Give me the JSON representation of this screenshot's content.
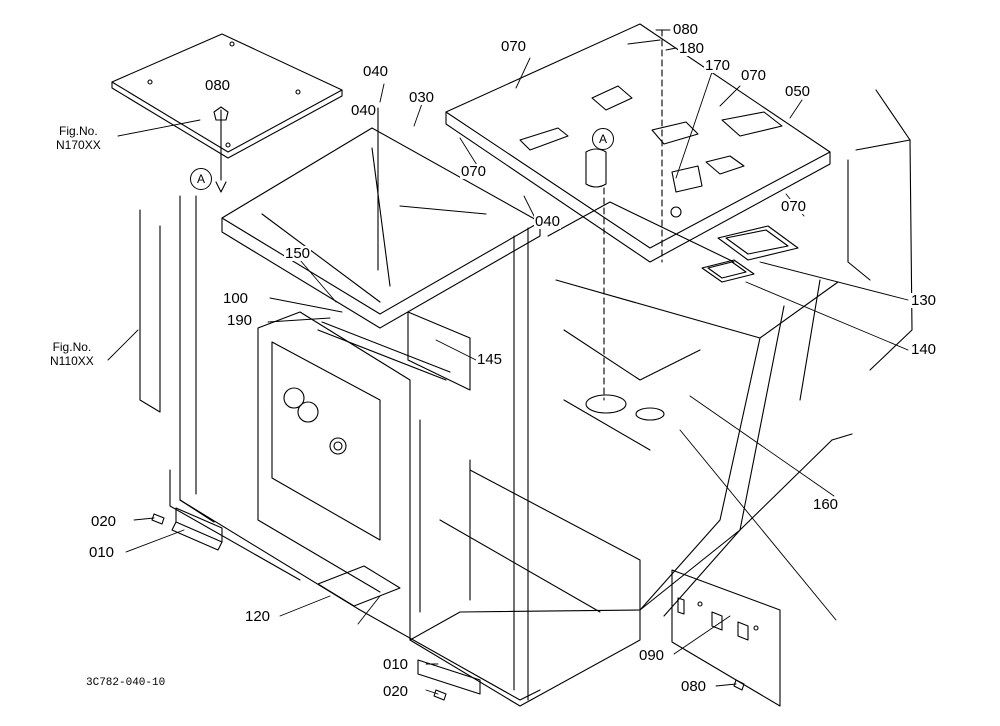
{
  "diagram": {
    "drawing_code": "3C782-040-10",
    "figure_refs": [
      {
        "line1": "Fig.No.",
        "line2": "N170XX"
      },
      {
        "line1": "Fig.No.",
        "line2": "N110XX"
      }
    ],
    "reference_markers": [
      "A",
      "A"
    ],
    "callouts": [
      "080",
      "180",
      "070",
      "170",
      "070",
      "050",
      "070",
      "040",
      "030",
      "080",
      "040",
      "070",
      "040",
      "150",
      "100",
      "190",
      "145",
      "130",
      "140",
      "160",
      "020",
      "010",
      "120",
      "010",
      "020",
      "090",
      "080"
    ]
  }
}
